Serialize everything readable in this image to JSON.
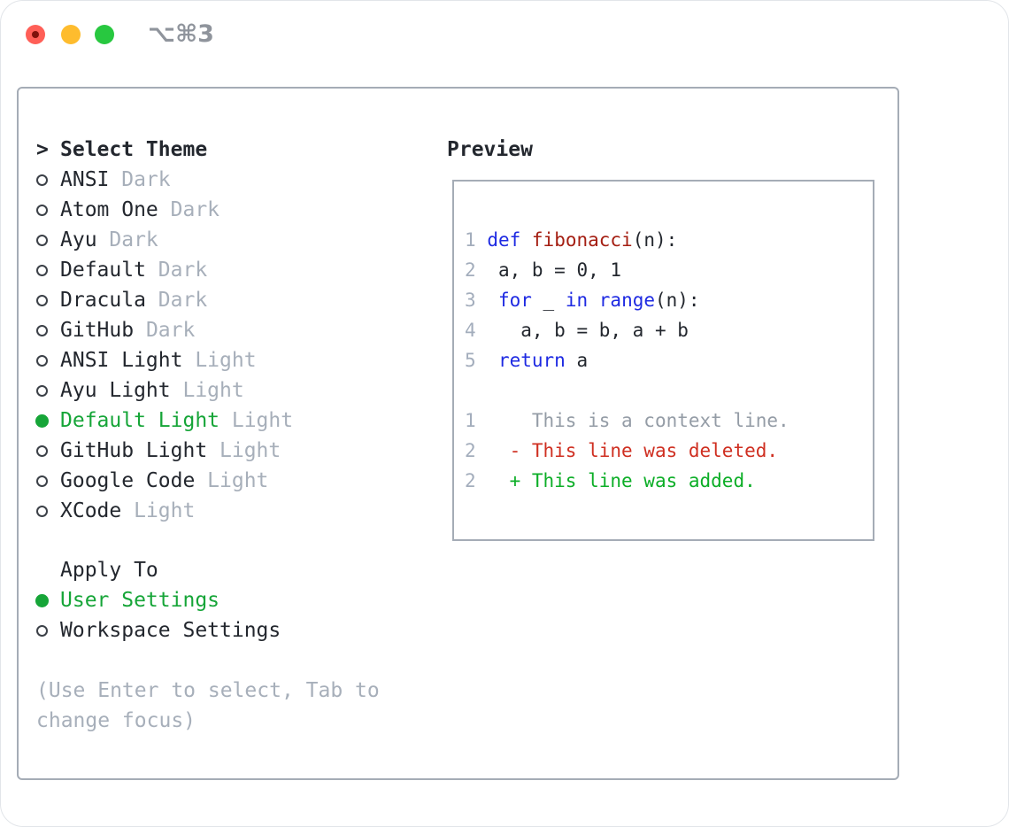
{
  "titlebar": {
    "title": "⌥⌘3"
  },
  "theme_picker": {
    "header_marker": ">",
    "header": "Select Theme",
    "items": [
      {
        "name": "ANSI",
        "variant": "Dark",
        "selected": false
      },
      {
        "name": "Atom One",
        "variant": "Dark",
        "selected": false
      },
      {
        "name": "Ayu",
        "variant": "Dark",
        "selected": false
      },
      {
        "name": "Default",
        "variant": "Dark",
        "selected": false
      },
      {
        "name": "Dracula",
        "variant": "Dark",
        "selected": false
      },
      {
        "name": "GitHub",
        "variant": "Dark",
        "selected": false
      },
      {
        "name": "ANSI Light",
        "variant": "Light",
        "selected": false
      },
      {
        "name": "Ayu Light",
        "variant": "Light",
        "selected": false
      },
      {
        "name": "Default Light",
        "variant": "Light",
        "selected": true
      },
      {
        "name": "GitHub Light",
        "variant": "Light",
        "selected": false
      },
      {
        "name": "Google Code",
        "variant": "Light",
        "selected": false
      },
      {
        "name": "XCode",
        "variant": "Light",
        "selected": false
      }
    ]
  },
  "apply_to": {
    "header": "Apply To",
    "options": [
      {
        "label": "User Settings",
        "selected": true
      },
      {
        "label": "Workspace Settings",
        "selected": false
      }
    ]
  },
  "hint": {
    "line1": "(Use Enter to select, Tab to",
    "line2": "change focus)"
  },
  "preview": {
    "label": "Preview",
    "code_lines": [
      [
        [
          "n",
          "1"
        ],
        [
          "p",
          " "
        ],
        [
          "k",
          "def"
        ],
        [
          "p",
          " "
        ],
        [
          "f",
          "fibonacci"
        ],
        [
          "p",
          "(n):"
        ]
      ],
      [
        [
          "n",
          "2"
        ],
        [
          "p",
          "  "
        ],
        [
          "p",
          "a, b = 0, 1"
        ]
      ],
      [
        [
          "n",
          "3"
        ],
        [
          "p",
          "  "
        ],
        [
          "k",
          "for"
        ],
        [
          "p",
          " _ "
        ],
        [
          "k",
          "in"
        ],
        [
          "p",
          " "
        ],
        [
          "k",
          "range"
        ],
        [
          "p",
          "(n):"
        ]
      ],
      [
        [
          "n",
          "4"
        ],
        [
          "p",
          "    "
        ],
        [
          "p",
          "a, b = b, a + b"
        ]
      ],
      [
        [
          "n",
          "5"
        ],
        [
          "p",
          "  "
        ],
        [
          "k",
          "return"
        ],
        [
          "p",
          " a"
        ]
      ],
      [],
      [
        [
          "n",
          "1"
        ],
        [
          "p",
          "     "
        ],
        [
          "c",
          "This is a context line."
        ]
      ],
      [
        [
          "n",
          "2"
        ],
        [
          "p",
          "   "
        ],
        [
          "d",
          "- This line was deleted."
        ]
      ],
      [
        [
          "n",
          "2"
        ],
        [
          "p",
          "   "
        ],
        [
          "a",
          "+ This line was added."
        ]
      ]
    ]
  },
  "colors": {
    "text": "#23272e",
    "muted": "#a7afba",
    "linenum": "#a3adbc",
    "ctx": "#949ca6",
    "green": "#16a538",
    "diff-green": "#0cae27",
    "diff-red": "#cf2f21",
    "kw-blue": "#1e2ae2",
    "fn-red": "#a41e12",
    "border": "#a5acb6",
    "title-gray": "#8f949c",
    "tl-red": "#ff5f57",
    "tl-red-dot": "#7f120b",
    "tl-yellow": "#febc2e",
    "tl-green": "#28c840"
  }
}
